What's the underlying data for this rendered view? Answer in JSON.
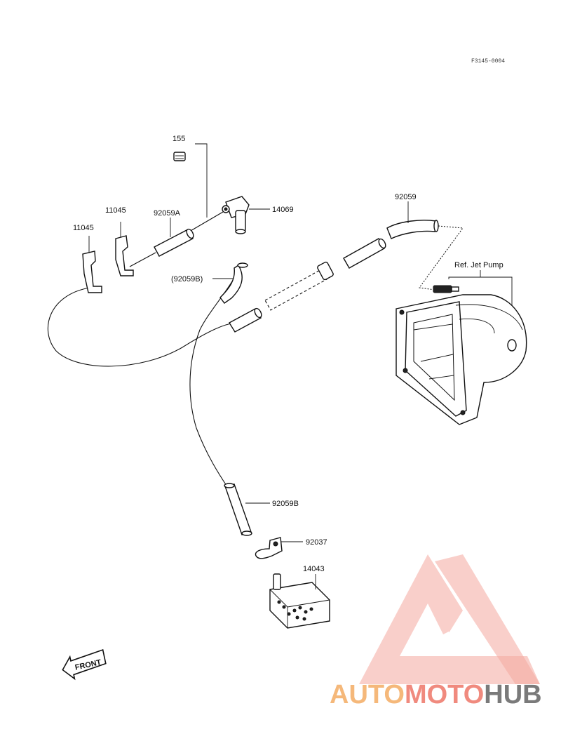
{
  "drawing_code": "F3145-0004",
  "labels": {
    "p155": "155",
    "p11045a": "11045",
    "p11045b": "11045",
    "p92059a": "92059A",
    "p14069": "14069",
    "p92059": "92059",
    "p92059b_paren": "(92059B)",
    "p92059b": "92059B",
    "p92037": "92037",
    "p14043": "14043",
    "ref_jet_pump": "Ref. Jet Pump"
  },
  "front_label": "FRONT",
  "watermark": {
    "part1": "AUTO",
    "part2": "MOTO",
    "part3": "HUB",
    "colors": {
      "orange": "#f5b87a",
      "salmon": "#f08a7e",
      "gray": "#7a7a7a"
    }
  }
}
